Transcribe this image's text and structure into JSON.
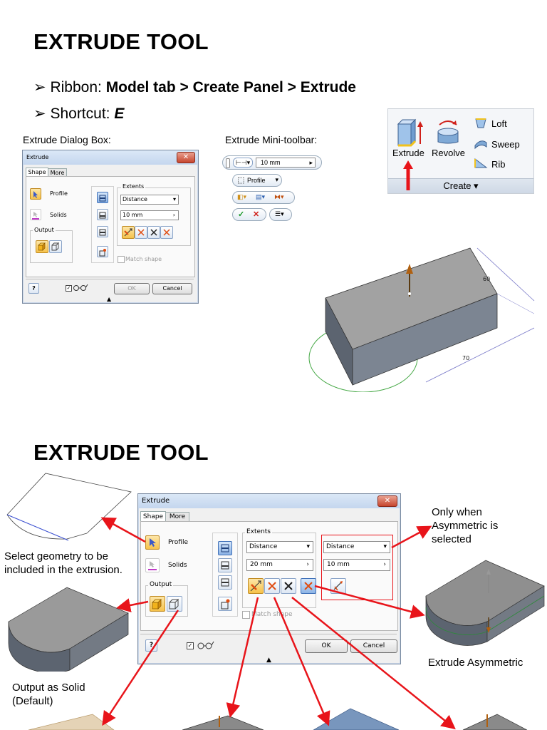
{
  "slide1": {
    "title": "EXTRUDE TOOL",
    "bullet1_prefix": "Ribbon:",
    "bullet1_bold": "Model tab > Create Panel > Extrude",
    "bullet2_prefix": "Shortcut:",
    "bullet2_bold": "E",
    "dialog_caption": "Extrude Dialog Box:",
    "mini_caption": "Extrude Mini-toolbar:"
  },
  "dialog": {
    "title": "Extrude",
    "tab_shape": "Shape",
    "tab_more": "More",
    "profile": "Profile",
    "solids": "Solids",
    "output": "Output",
    "extents": "Extents",
    "extents_value": "Distance",
    "distance_small": "10 mm",
    "distance_large": "20 mm",
    "match_shape": "Match shape",
    "ok": "OK",
    "cancel": "Cancel",
    "asym_extents": "Distance",
    "asym_distance": "10 mm"
  },
  "mini": {
    "distance": "10 mm",
    "profile": "Profile"
  },
  "ribbon": {
    "extrude": "Extrude",
    "revolve": "Revolve",
    "loft": "Loft",
    "sweep": "Sweep",
    "rib": "Rib",
    "panel": "Create ▾"
  },
  "model": {
    "dim_width": "60",
    "dim_length": "70"
  },
  "slide2": {
    "title": "EXTRUDE TOOL",
    "note_select": "Select geometry to be included in the extrusion.",
    "note_output": "Output as Solid (Default)",
    "note_asym": "Only when Asymmetric is selected",
    "note_extrude_asym": "Extrude Asymmetric"
  },
  "colors": {
    "arrow": "#e8141a",
    "model_top": "#a2a2a2",
    "model_front": "#7c8592",
    "model_side": "#5c6470"
  }
}
